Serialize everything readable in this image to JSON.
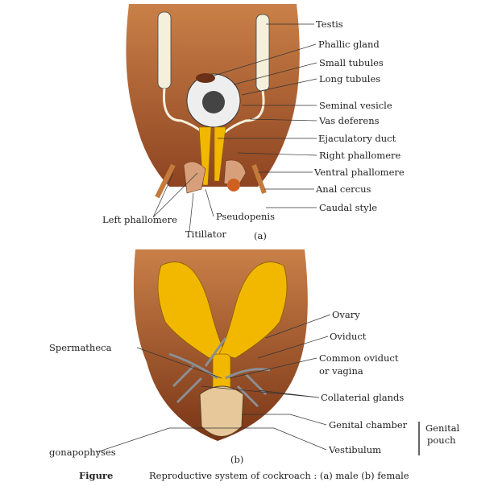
{
  "male": {
    "panel_label": "(a)",
    "labels": {
      "testis": "Testis",
      "phallic_gland": "Phallic gland",
      "small_tubules": "Small tubules",
      "long_tubules": "Long tubules",
      "seminal_vesicle": "Seminal vesicle",
      "vas_deferens": "Vas deferens",
      "ejaculatory_duct": "Ejaculatory duct",
      "right_phallomere": "Right phallomere",
      "ventral_phallomere": "Ventral phallomere",
      "anal_cercus": "Anal cercus",
      "caudal_style": "Caudal style",
      "left_phallomere": "Left phallomere",
      "pseudopenis": "Pseudopenis",
      "titillator": "Titillator"
    }
  },
  "female": {
    "panel_label": "(b)",
    "labels": {
      "ovary": "Ovary",
      "oviduct": "Oviduct",
      "common_oviduct_1": "Common oviduct",
      "common_oviduct_2": "or vagina",
      "collaterial_glands": "Collaterial glands",
      "genital_chamber": "Genital chamber",
      "vestibulum": "Vestibulum",
      "genital_pouch_1": "Genital",
      "genital_pouch_2": "pouch",
      "spermatheca": "Spermatheca",
      "gonapophyses": "gonapophyses"
    }
  },
  "caption": {
    "figure_label": "Figure",
    "text": "Reproductive system of cockroach :  (a) male  (b) female"
  },
  "colors": {
    "body": "#a85a2a",
    "body_light": "#c77a3e",
    "organ": "#f2b800",
    "gland": "#8a8f95"
  }
}
